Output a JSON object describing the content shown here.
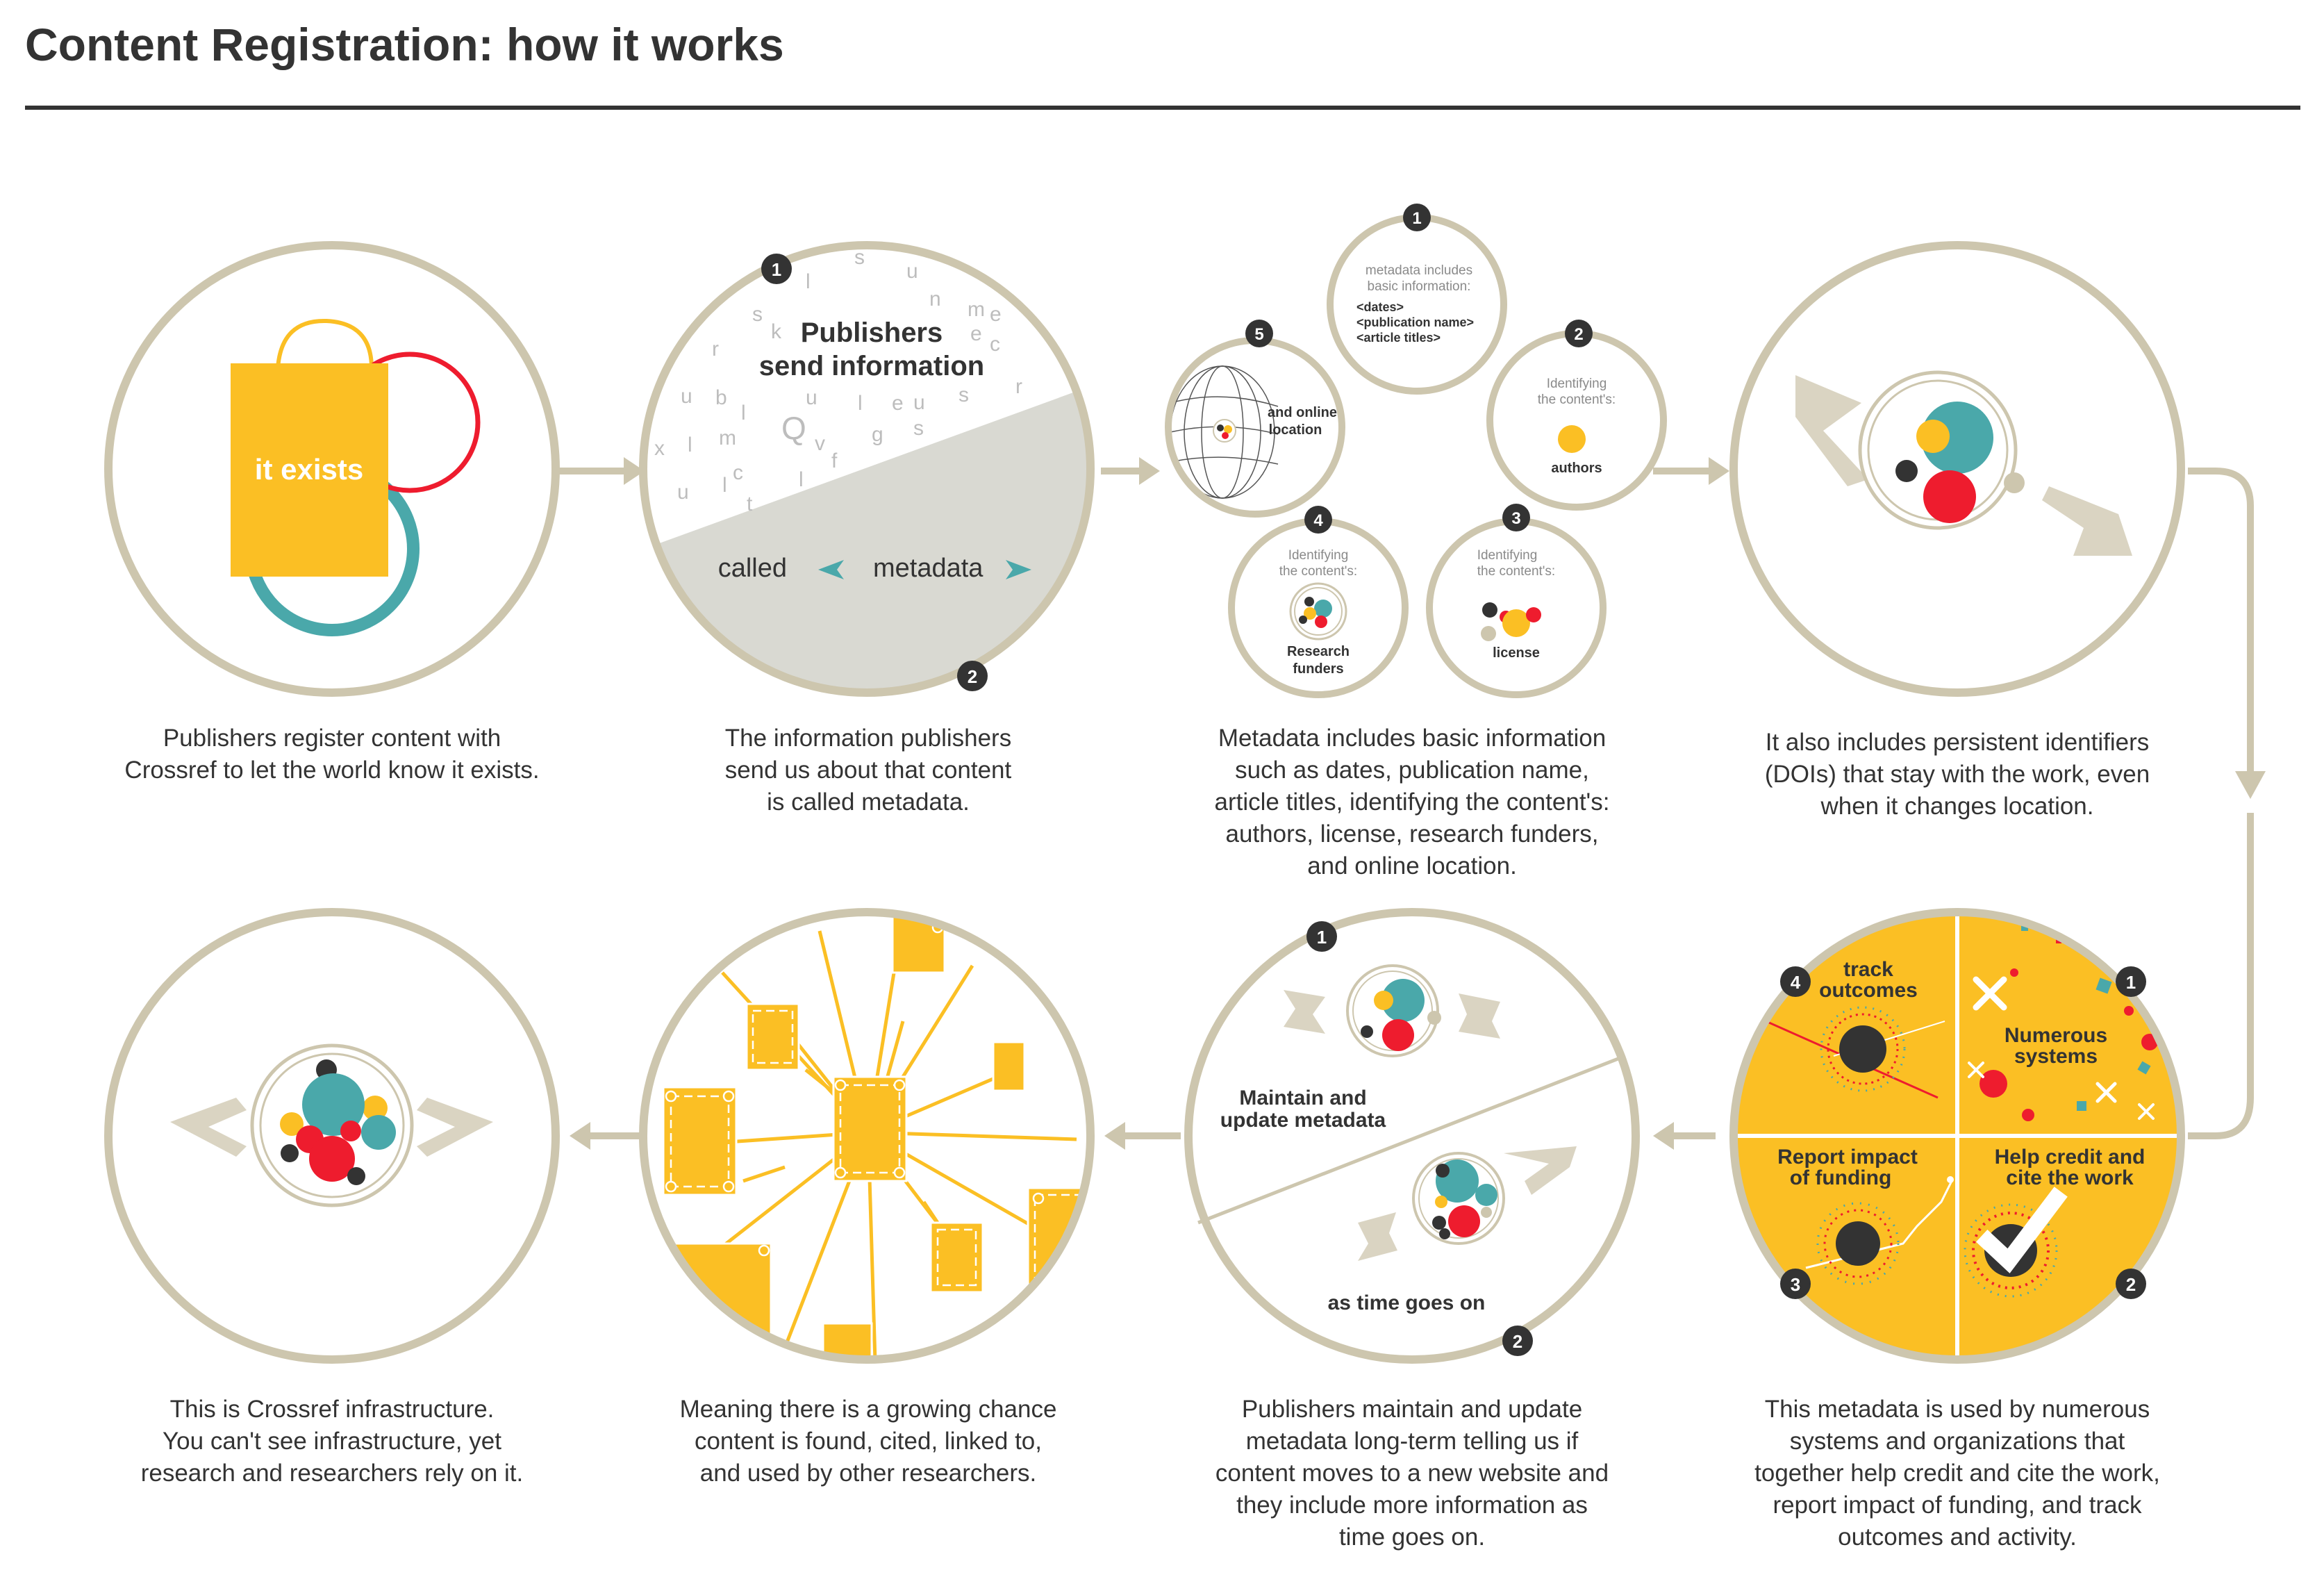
{
  "title": "Content Registration: how it works",
  "colors": {
    "ring": "#cdc6ae",
    "yellow": "#fbbf24",
    "red": "#ee1c2e",
    "teal": "#4aa8aa",
    "dark": "#333333",
    "grey": "#d9d9d2",
    "beige": "#cdc6ae"
  },
  "steps": {
    "exists": {
      "box_label": "it exists",
      "caption_lines": [
        "Publishers register content with",
        "Crossref to let the world know it exists."
      ]
    },
    "send": {
      "top_label_lines": [
        "Publishers",
        "send information"
      ],
      "bottom_left": "called",
      "bottom_right": "metadata",
      "badge1": "1",
      "badge2": "2",
      "letters": [
        "s",
        "u",
        "l",
        "n",
        "m",
        "e",
        "e",
        "s",
        "k",
        "c",
        "r",
        "u",
        "b",
        "u",
        "l",
        "l",
        "u",
        "s",
        "r",
        "e",
        "Q",
        "v",
        "g",
        "m",
        "x",
        "l",
        "s",
        "f",
        "c",
        "l",
        "u",
        "t",
        "l"
      ],
      "caption_lines": [
        "The information publishers",
        "send us about that content",
        "is called metadata."
      ]
    },
    "metadata": {
      "c1": {
        "badge": "1",
        "lines": [
          "metadata includes",
          "basic information:"
        ],
        "tags": [
          "<dates>",
          "<publication name>",
          "<article titles>"
        ]
      },
      "c2": {
        "badge": "2",
        "lines": [
          "Identifying",
          "the content's:"
        ],
        "label": "authors"
      },
      "c3": {
        "badge": "3",
        "lines": [
          "Identifying",
          "the content's:"
        ],
        "label": "license"
      },
      "c4": {
        "badge": "4",
        "lines": [
          "Identifying",
          "the content's:"
        ],
        "label_lines": [
          "Research",
          "funders"
        ]
      },
      "c5": {
        "badge": "5",
        "label_lines": [
          "and online",
          "location"
        ]
      },
      "caption_lines": [
        "Metadata includes basic information",
        "such as dates, publication name,",
        "article titles, identifying the content's:",
        "authors, license, research funders,",
        "and online location."
      ]
    },
    "doi": {
      "caption_lines": [
        "It also includes persistent identifiers",
        "(DOIs) that stay with the work, even",
        "when it changes location."
      ]
    },
    "uses": {
      "q1": {
        "badge": "1",
        "label_lines": [
          "Numerous",
          "systems"
        ]
      },
      "q2": {
        "badge": "2",
        "label_lines": [
          "Help credit and",
          "cite the work"
        ]
      },
      "q3": {
        "badge": "3",
        "label_lines": [
          "Report impact",
          "of funding"
        ]
      },
      "q4": {
        "badge": "4",
        "label_lines": [
          "track",
          "outcomes"
        ]
      },
      "caption_lines": [
        "This metadata is used by numerous",
        "systems and organizations that",
        "together help credit and cite the work,",
        "report impact of funding, and track",
        "outcomes and activity."
      ]
    },
    "maintain": {
      "badge1": "1",
      "badge2": "2",
      "top_label_lines": [
        "Maintain and",
        "update metadata"
      ],
      "bottom_label": "as time goes on",
      "caption_lines": [
        "Publishers maintain and update",
        "metadata long-term telling us if",
        "content moves to a new website and",
        "they include more information as",
        "time goes on."
      ]
    },
    "network": {
      "caption_lines": [
        "Meaning there is a growing chance",
        "content is found, cited, linked to,",
        "and used by other researchers."
      ]
    },
    "infra": {
      "caption_lines": [
        "This is Crossref infrastructure.",
        "You can't see infrastructure, yet",
        "research and researchers rely on it."
      ]
    }
  }
}
